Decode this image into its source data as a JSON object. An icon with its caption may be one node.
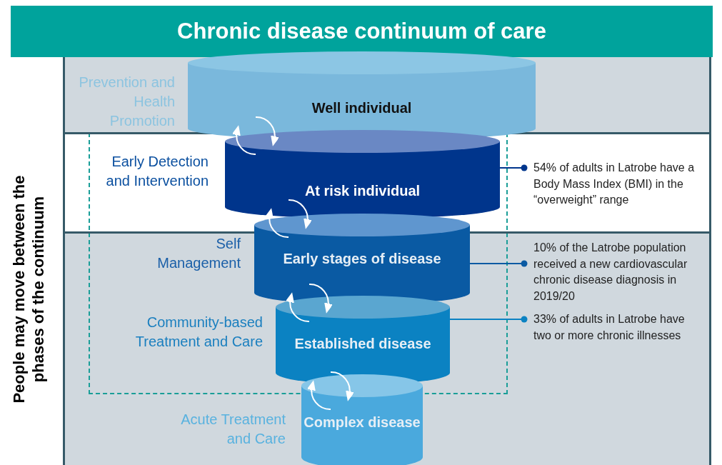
{
  "diagram": {
    "title": "Chronic disease continuum of care",
    "nodes": [
      {
        "text": [
          "Well individual"
        ]
      },
      {
        "text": [
          "At risk individual"
        ]
      },
      {
        "text": [
          "Early stages of disease"
        ]
      },
      {
        "text": [
          "Established disease"
        ]
      },
      {
        "text": [
          "Complex disease"
        ]
      },
      {
        "text": [
          "54% of adults in Latrobe have a Body Mass Index (BMI) in the “overweight” range"
        ]
      },
      {
        "text": [
          "10% of the Latrobe population received a new cardiovascular chronic disease diagnosis in 2019/20"
        ]
      },
      {
        "text": [
          "33% of adults in Latrobe have two or more chronic illnesses"
        ]
      }
    ],
    "edges": [
      {
        "from": 5,
        "to": 1,
        "arrow": "other",
        "color": "#00358c"
      },
      {
        "from": 6,
        "to": 2,
        "arrow": "other",
        "color": "#0a5aa3"
      },
      {
        "from": 7,
        "to": 3,
        "arrow": "other",
        "color": "#0b82c2"
      },
      {
        "from": 0,
        "to": 1,
        "arrow": "to",
        "color": "#ffffff"
      },
      {
        "from": 1,
        "to": 0,
        "arrow": "to",
        "color": "#ffffff"
      },
      {
        "from": 1,
        "to": 2,
        "arrow": "to",
        "color": "#ffffff"
      },
      {
        "from": 2,
        "to": 1,
        "arrow": "to",
        "color": "#ffffff"
      },
      {
        "from": 2,
        "to": 3,
        "arrow": "to",
        "color": "#ffffff"
      },
      {
        "from": 3,
        "to": 2,
        "arrow": "to",
        "color": "#ffffff"
      },
      {
        "from": 3,
        "to": 4,
        "arrow": "to",
        "color": "#ffffff"
      },
      {
        "from": 4,
        "to": 3,
        "arrow": "to",
        "color": "#ffffff"
      }
    ],
    "labels": [
      "Prevention and Health Promotion",
      "Early Detection and Intervention",
      "Self Management",
      "Community-based Treatment and Care",
      "Acute Treatment and Care",
      "People may move between the phases of the continuum"
    ]
  }
}
